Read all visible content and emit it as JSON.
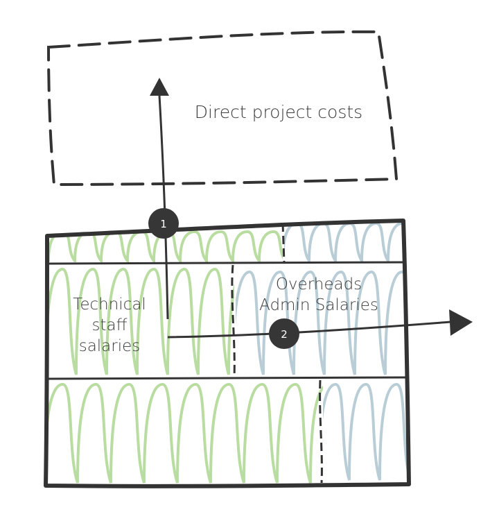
{
  "labels": {
    "direct_costs": "Direct project costs",
    "technical": [
      "Technical",
      "staff",
      "salaries"
    ],
    "overheads": [
      "Overheads",
      "Admin Salaries"
    ]
  },
  "markers": {
    "one": "1",
    "two": "2"
  },
  "colors": {
    "ink": "#333333",
    "technical_fill": "#b9dca1",
    "overhead_fill": "#b9cdd6",
    "marker_bg": "#363636"
  }
}
